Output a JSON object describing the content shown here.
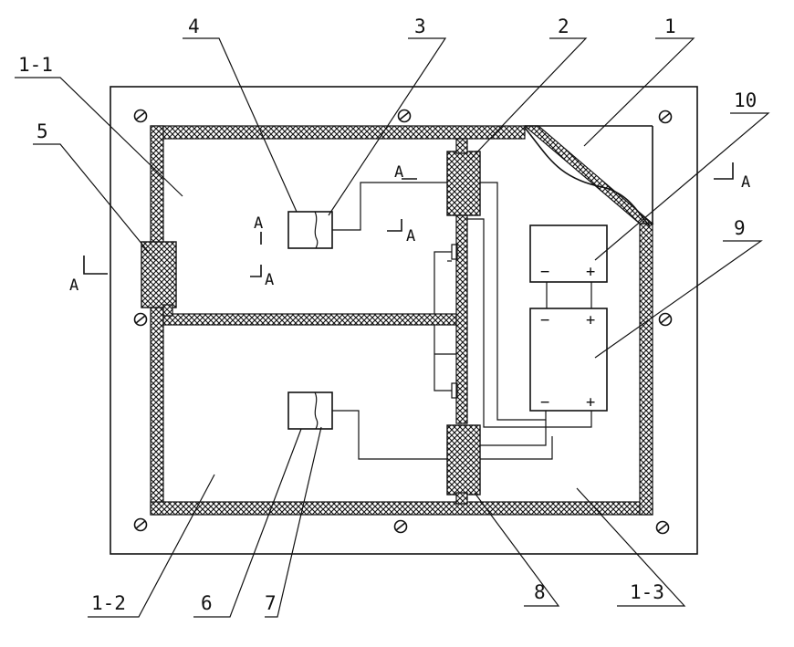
{
  "diagram": {
    "part_labels": {
      "p1": "1",
      "p1_1": "1-1",
      "p1_2": "1-2",
      "p1_3": "1-3",
      "p2": "2",
      "p3": "3",
      "p4": "4",
      "p5": "5",
      "p6": "6",
      "p7": "7",
      "p8": "8",
      "p9": "9",
      "p10": "10"
    },
    "section_marks": {
      "a1": "A",
      "a2": "A",
      "a3": "A",
      "a4": "A",
      "a5": "A",
      "a6": "A"
    },
    "battery_top": {
      "minus": "−",
      "plus": "+"
    },
    "battery_bottom_top": {
      "minus": "−",
      "plus": "+"
    },
    "battery_bottom_bottom": {
      "minus": "−",
      "plus": "+"
    }
  }
}
